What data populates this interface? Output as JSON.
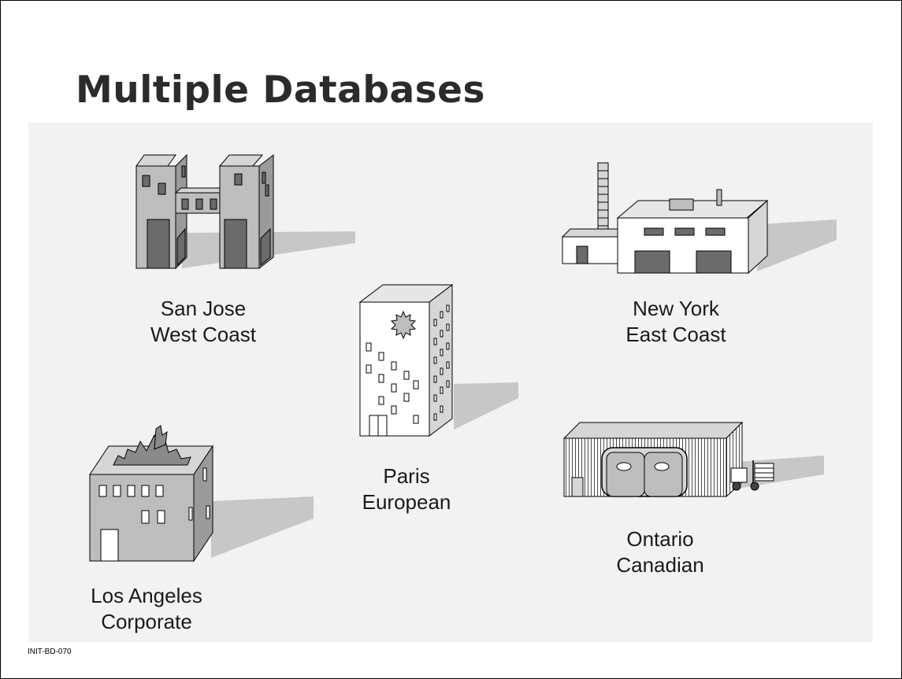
{
  "slide": {
    "title": "Multiple Databases",
    "code": "INIT-BD-070"
  },
  "sites": {
    "san_jose": {
      "city": "San Jose",
      "region": "West Coast"
    },
    "new_york": {
      "city": "New York",
      "region": "East Coast"
    },
    "paris": {
      "city": "Paris",
      "region": "European"
    },
    "los_angeles": {
      "city": "Los Angeles",
      "region": "Corporate"
    },
    "ontario": {
      "city": "Ontario",
      "region": "Canadian"
    }
  },
  "colors": {
    "building_front": "#bdbdbd",
    "building_side": "#9a9a9a",
    "building_top": "#d6d6d6",
    "window": "#6b6b6b",
    "shadow": "#c7c7c7",
    "panel": "#f2f2f2",
    "outline": "#000000"
  }
}
